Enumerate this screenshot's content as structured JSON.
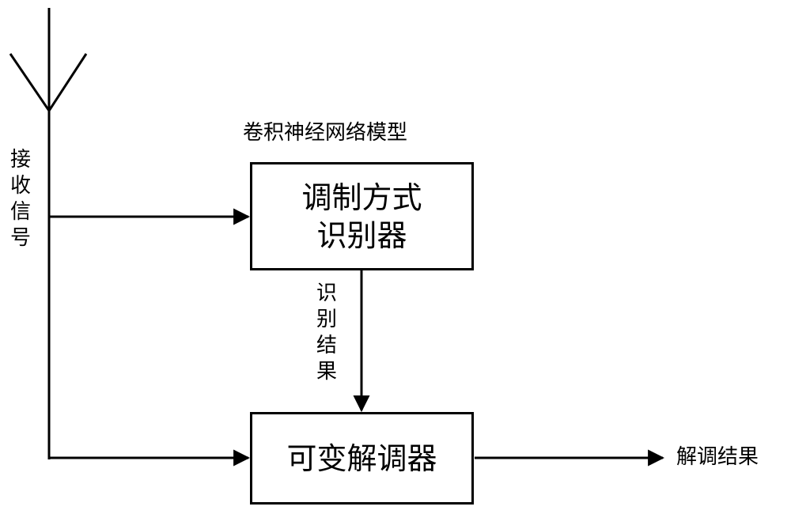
{
  "model_title": "卷积神经网络模型",
  "recognizer_label": "调制方式\n识别器",
  "demodulator_label": "可变解调器",
  "received_signal_label": "接收信号",
  "recognition_result_label": "识别结果",
  "output_label": "解调结果"
}
